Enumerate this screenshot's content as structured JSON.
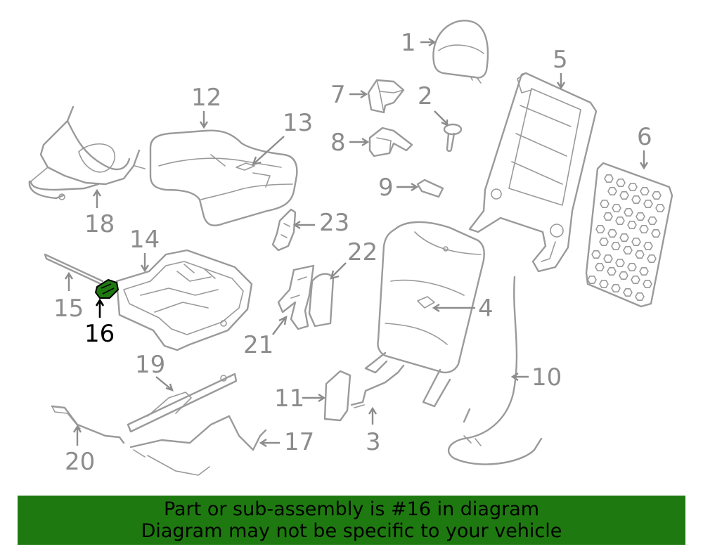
{
  "callouts": [
    {
      "n": "1"
    },
    {
      "n": "2"
    },
    {
      "n": "3"
    },
    {
      "n": "4"
    },
    {
      "n": "5"
    },
    {
      "n": "6"
    },
    {
      "n": "7"
    },
    {
      "n": "8"
    },
    {
      "n": "9"
    },
    {
      "n": "10"
    },
    {
      "n": "11"
    },
    {
      "n": "12"
    },
    {
      "n": "13"
    },
    {
      "n": "14"
    },
    {
      "n": "15"
    },
    {
      "n": "16"
    },
    {
      "n": "17"
    },
    {
      "n": "18"
    },
    {
      "n": "19"
    },
    {
      "n": "20"
    },
    {
      "n": "21"
    },
    {
      "n": "22"
    },
    {
      "n": "23"
    }
  ],
  "highlight": {
    "part": "16",
    "color": "#1e7a10"
  },
  "banner": {
    "line1": "Part or sub-assembly is #16 in diagram",
    "line2": "Diagram may not be specific to your vehicle",
    "background": "#1e7a10"
  },
  "colors": {
    "line": "#9a9a9a",
    "text": "#8c8c8c",
    "highlight_text": "#000000"
  }
}
